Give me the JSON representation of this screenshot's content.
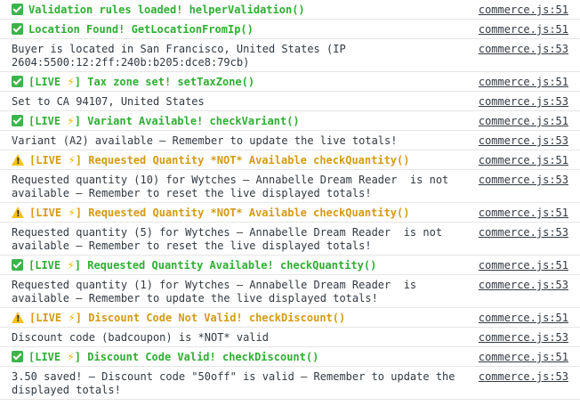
{
  "console": {
    "rows": [
      {
        "kind": "ok",
        "icon": "check-icon",
        "before": "Validation rules loaded! helperValidation()",
        "after": "",
        "source": "commerce.js:51"
      },
      {
        "kind": "ok",
        "icon": "check-icon",
        "before": "Location Found! GetLocationFromIp()",
        "after": "",
        "source": "commerce.js:51"
      },
      {
        "kind": "plain",
        "before": "Buyer is located in San Francisco, United States (IP 2604:5500:12:2ff:240b:b205:dce8:79cb)",
        "after": "",
        "source": "commerce.js:53"
      },
      {
        "kind": "ok",
        "icon": "check-icon",
        "before": "[LIVE ",
        "bolt": "⚡",
        "after": "] Tax zone set! setTaxZone()",
        "source": "commerce.js:51"
      },
      {
        "kind": "plain",
        "before": "Set to CA 94107, United States",
        "after": "",
        "source": "commerce.js:53"
      },
      {
        "kind": "ok",
        "icon": "check-icon",
        "before": "[LIVE ",
        "bolt": "⚡",
        "after": "] Variant Available! checkVariant()",
        "source": "commerce.js:51"
      },
      {
        "kind": "plain",
        "before": "Variant (A2) available – Remember to update the live totals!",
        "after": "",
        "source": "commerce.js:53"
      },
      {
        "kind": "warn",
        "icon": "warning-icon",
        "before": "[LIVE ",
        "bolt": "⚡",
        "after": "] Requested Quantity *NOT* Available checkQuantity()",
        "source": "commerce.js:51"
      },
      {
        "kind": "plain",
        "before": "Requested quantity (10) for Wytches – Annabelle Dream Reader  is not available – Remember to reset the live displayed totals!",
        "after": "",
        "source": "commerce.js:53"
      },
      {
        "kind": "warn",
        "icon": "warning-icon",
        "before": "[LIVE ",
        "bolt": "⚡",
        "after": "] Requested Quantity *NOT* Available checkQuantity()",
        "source": "commerce.js:51"
      },
      {
        "kind": "plain",
        "before": "Requested quantity (5) for Wytches – Annabelle Dream Reader  is not available – Remember to reset the live displayed totals!",
        "after": "",
        "source": "commerce.js:53"
      },
      {
        "kind": "ok",
        "icon": "check-icon",
        "before": "[LIVE ",
        "bolt": "⚡",
        "after": "] Requested Quantity Available! checkQuantity()",
        "source": "commerce.js:51"
      },
      {
        "kind": "plain",
        "before": "Requested quantity (1) for Wytches – Annabelle Dream Reader  is available – Remember to update the live displayed totals!",
        "after": "",
        "source": "commerce.js:53"
      },
      {
        "kind": "warn",
        "icon": "warning-icon",
        "before": "[LIVE ",
        "bolt": "⚡",
        "after": "] Discount Code Not Valid! checkDiscount()",
        "source": "commerce.js:51"
      },
      {
        "kind": "plain",
        "before": "Discount code (badcoupon) is *NOT* valid",
        "after": "",
        "source": "commerce.js:53"
      },
      {
        "kind": "ok",
        "icon": "check-icon",
        "before": "[LIVE ",
        "bolt": "⚡",
        "after": "] Discount Code Valid! checkDiscount()",
        "source": "commerce.js:51"
      },
      {
        "kind": "plain",
        "before": "3.50 saved! – Discount code \"50off\" is valid – Remember to update the displayed totals!",
        "after": "",
        "source": "commerce.js:53"
      }
    ]
  }
}
